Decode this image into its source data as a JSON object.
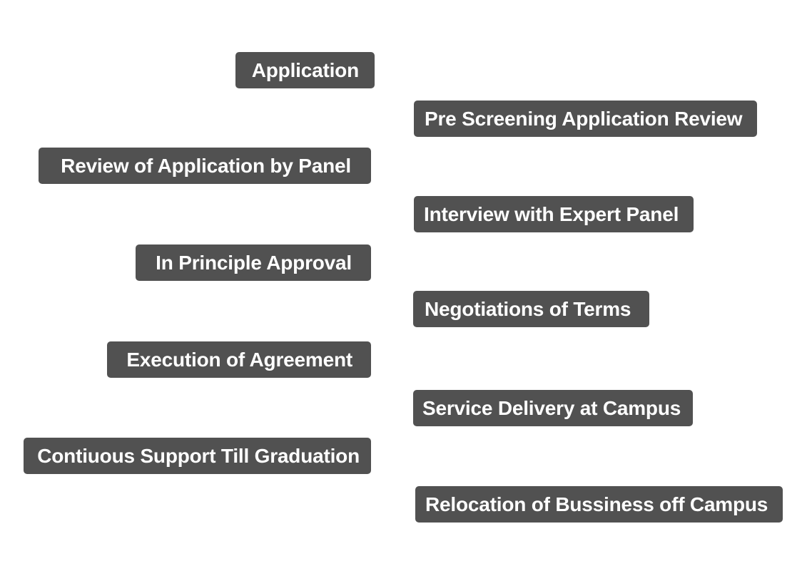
{
  "steps": [
    {
      "label": "Application"
    },
    {
      "label": "Pre Screening Application Review"
    },
    {
      "label": "Review of Application by Panel"
    },
    {
      "label": "Interview with Expert Panel"
    },
    {
      "label": "In Principle Approval"
    },
    {
      "label": "Negotiations of Terms"
    },
    {
      "label": "Execution of Agreement"
    },
    {
      "label": "Service Delivery at Campus"
    },
    {
      "label": "Contiuous Support Till Graduation"
    },
    {
      "label": "Relocation of Bussiness off Campus"
    }
  ],
  "colors": {
    "box_fill": "#515151",
    "box_text": "#ffffff",
    "background": "#ffffff"
  }
}
